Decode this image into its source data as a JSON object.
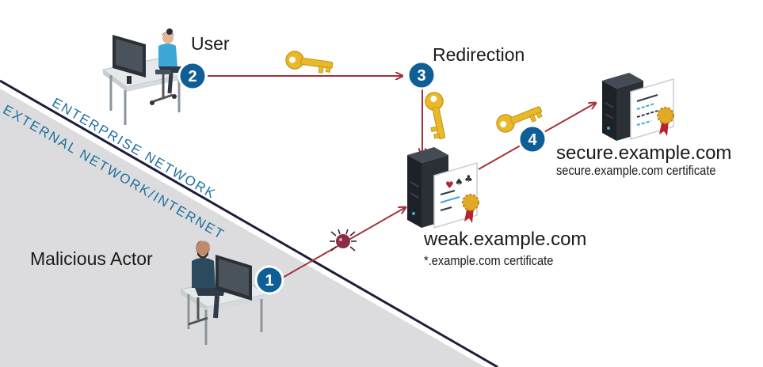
{
  "labels": {
    "user": "User",
    "redirection": "Redirection",
    "malicious_actor": "Malicious Actor",
    "weak_host": "weak.example.com",
    "weak_cert": "*.example.com certificate",
    "secure_host": "secure.example.com",
    "secure_cert": "secure.example.com certificate"
  },
  "zones": {
    "enterprise": "ENTERPRISE NETWORK",
    "external": "EXTERNAL NETWORK/INTERNET"
  },
  "steps": [
    "1",
    "2",
    "3",
    "4"
  ],
  "colors": {
    "arrow": "#a3303a",
    "badge": "#0f5f96",
    "badge_ring": "#ffffff",
    "external_fill": "#dcdcde",
    "boundary_line": "#1f1d3a",
    "zone_text": "#1e6f9f",
    "key": "#e9b92a",
    "server_body": "#2b2f36",
    "cert_paper": "#ffffff",
    "cert_seal": "#e0a928",
    "cert_ribbon": "#b5232c"
  },
  "icons": {
    "user_workstation": "person-at-computer-icon",
    "attacker_workstation": "hacker-at-computer-icon",
    "weak_server": "server-with-certificate-icon",
    "secure_server": "server-with-certificate-icon",
    "key": "key-icon",
    "malware": "bug-icon"
  }
}
